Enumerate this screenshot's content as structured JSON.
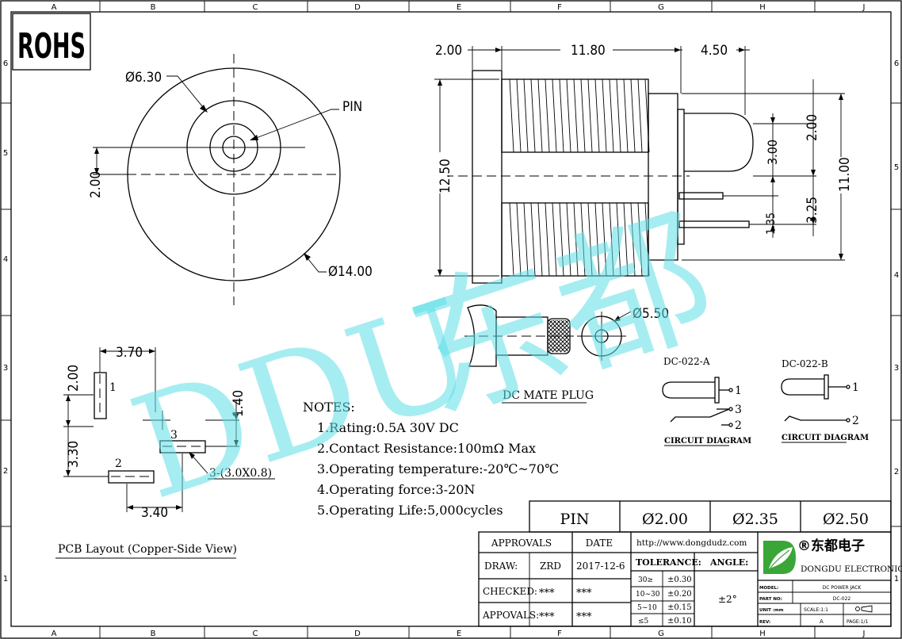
{
  "border": {
    "columns": [
      "A",
      "B",
      "C",
      "D",
      "E",
      "F",
      "G",
      "H",
      "J"
    ],
    "rows": [
      "6",
      "5",
      "4",
      "3",
      "2",
      "1"
    ]
  },
  "badge": "ROHS",
  "watermark": {
    "latin": "DDU",
    "cjk": "东都"
  },
  "front_view": {
    "dia_outer": "Ø14.00",
    "dia_inner": "Ø6.30",
    "pin_label": "PIN",
    "offset": "2.00"
  },
  "side_view": {
    "dim_flange": "2.00",
    "dim_body": "11.80",
    "dim_pins": "4.50",
    "dim_height": "12.50",
    "dim_right_total": "11.00",
    "dim_pin_top": "2.00",
    "dim_pin_gap": "3.00",
    "dim_pin_lower": "3.25",
    "dim_pin_small": "1.35"
  },
  "mate_plug": {
    "dia": "Ø5.50",
    "label": "DC MATE PLUG"
  },
  "pcb": {
    "dim_width": "3.70",
    "dim_left": "2.00",
    "dim_mid": "1.40",
    "dim_height": "3.30",
    "dim_bottom": "3.40",
    "pad1": "1",
    "pad2": "2",
    "pad3": "3",
    "slot_note": "3-(3.0X0.8)",
    "caption": "PCB Layout (Copper-Side View)"
  },
  "notes": {
    "title": "NOTES:",
    "items": [
      "1.Rating:0.5A 30V DC",
      "2.Contact Resistance:100mΩ Max",
      "3.Operating temperature:-20℃~70℃",
      "4.Operating force:3-20N",
      "5.Operating Life:5,000cycles"
    ]
  },
  "circuit_a": {
    "title": "DC-022-A",
    "p1": "1",
    "p2": "2",
    "p3": "3",
    "caption": "CIRCUIT DIAGRAM"
  },
  "circuit_b": {
    "title": "DC-022-B",
    "p1": "1",
    "p2": "2",
    "caption": "CIRCUIT DIAGRAM"
  },
  "pin_table": {
    "header": "PIN",
    "values": [
      "Ø2.00",
      "Ø2.35",
      "Ø2.50"
    ]
  },
  "title_block": {
    "approvals": "APPROVALS",
    "date": "DATE",
    "url": "http://www.dongdudz.com",
    "tolerance": "TOLERANCE:",
    "angle": "ANGLE:",
    "angle_value": "±2°",
    "draw": "DRAW:",
    "draw_name": "ZRD",
    "draw_date": "2017-12-6",
    "checked": "CHECKED:",
    "checked_name": "***",
    "checked_date": "***",
    "appovals": "APPOVALS:",
    "appovals_name": "***",
    "appovals_date": "***",
    "tol_rows": [
      {
        "range": "30≥",
        "tol": "±0.30"
      },
      {
        "range": "10~30",
        "tol": "±0.20"
      },
      {
        "range": "5~10",
        "tol": "±0.15"
      },
      {
        "range": "≤5",
        "tol": "±0.10"
      }
    ],
    "company_cn": "®东都电子",
    "company_en": "DONGDU ELECTRONICS",
    "model_label": "MODEL:",
    "model": "DC POWER JACK",
    "partno_label": "PART NO:",
    "partno": "DC-022",
    "unit_label": "UNIT :mm",
    "scale": "SCALE:1:1",
    "rev_label": "REV:",
    "rev": "A",
    "page": "PAGE:1/1"
  },
  "colors": {
    "logo_green": "#3aa637",
    "watermark": "#5fe0e8"
  }
}
